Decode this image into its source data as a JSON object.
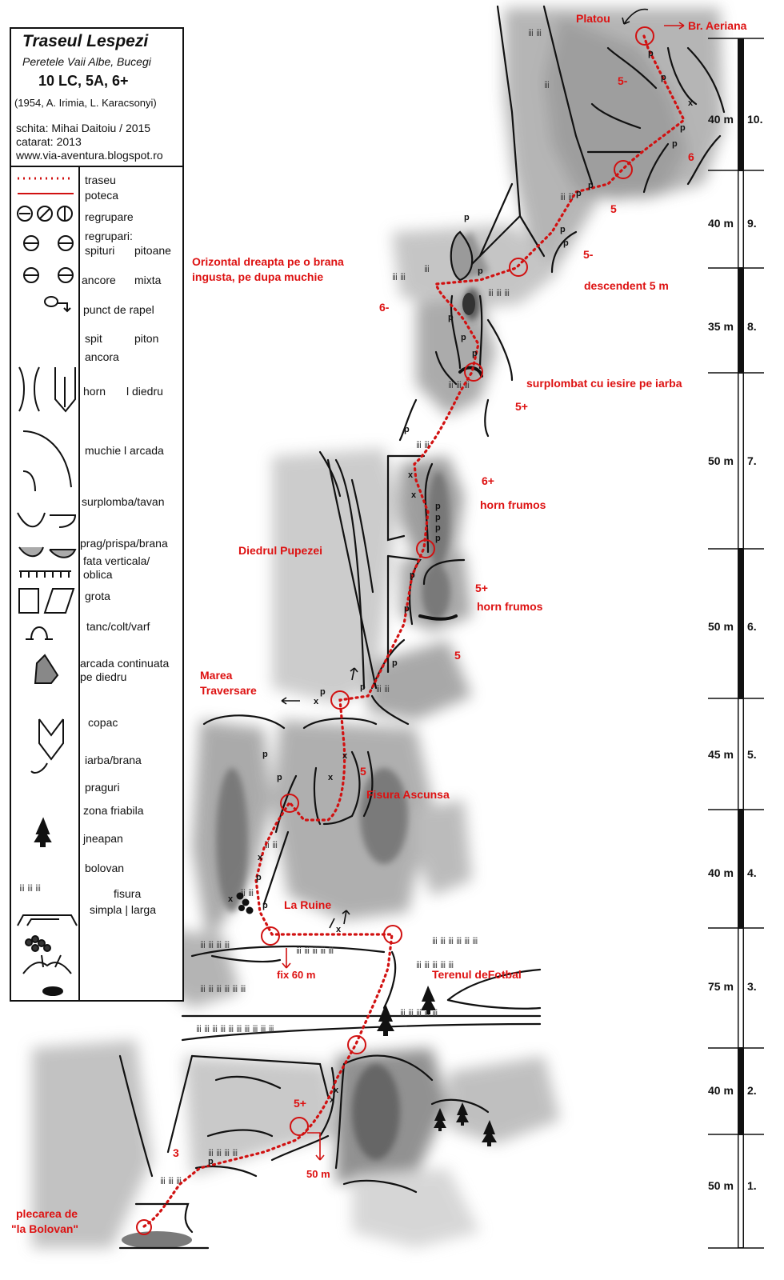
{
  "legend": {
    "title": "Traseul Lespezi",
    "subtitle": "Peretele Vaii Albe, Bucegi",
    "grade": "10 LC, 5A, 6+",
    "history": "(1954, A. Irimia, L. Karacsonyi)",
    "author": "schita: Mihai Daitoiu / 2015",
    "climbed": "catarat: 2013",
    "website": "www.via-aventura.blogspot.ro",
    "items": {
      "traseu": "traseu",
      "poteca": "poteca",
      "regrupare": "regrupare",
      "regrupari": "regrupari:",
      "spituri": "spituri",
      "pitoane": "pitoane",
      "ancore": "ancore",
      "mixta": "mixta",
      "rapel": "punct de rapel",
      "spit": "spit",
      "piton": "piton",
      "ancora": "ancora",
      "horn": "horn",
      "diedru": "l diedru",
      "muchie": "muchie l arcada",
      "surplomba": "surplomba/tavan",
      "prag": "prag/prispa/brana",
      "fata": "fata verticala/ oblica",
      "grota": "grota",
      "tanc": "tanc/colt/varf",
      "arcada": "arcada continuata pe diedru",
      "copac": "copac",
      "iarba": "iarba/brana",
      "praguri": "praguri",
      "friabila": "zona friabila",
      "jneapan": "jneapan",
      "bolovan": "bolovan",
      "fisura": "fisura",
      "fisura_types": "simpla | larga"
    }
  },
  "labels": {
    "platou": "Platou",
    "br_aeriana": "Br. Aeriana",
    "orizontal_1": "Orizontal dreapta pe o brana",
    "orizontal_2": "ingusta, pe dupa muchie",
    "descendent": "descendent 5 m",
    "surplombat": "surplombat cu iesire pe iarba",
    "horn_frumos_1": "horn frumos",
    "horn_frumos_2": "horn frumos",
    "diedrul": "Diedrul Pupezei",
    "marea_1": "Marea",
    "marea_2": "Traversare",
    "fisura_ascunsa": "Fisura Ascunsa",
    "la_ruine": "La Ruine",
    "fix": "fix 60 m",
    "terenul": "Terenul deFotbal",
    "rapel_50": "50 m",
    "plecarea_1": "plecarea de",
    "plecarea_2": "\"la Bolovan\""
  },
  "grades": {
    "g10a": "5-",
    "g10b": "6",
    "g9a": "5",
    "g9b": "5-",
    "g8": "6-",
    "g7a": "5+",
    "g7b": "6+",
    "g6": "5+",
    "g6b": "5",
    "g5": "5",
    "g2": "5+",
    "g1": "3"
  },
  "pitches": [
    {
      "length": "40 m",
      "number": "10."
    },
    {
      "length": "40 m",
      "number": "9."
    },
    {
      "length": "35 m",
      "number": "8."
    },
    {
      "length": "50 m",
      "number": "7."
    },
    {
      "length": "50 m",
      "number": "6."
    },
    {
      "length": "45 m",
      "number": "5."
    },
    {
      "length": "40 m",
      "number": "4."
    },
    {
      "length": "75 m",
      "number": "3."
    },
    {
      "length": "40 m",
      "number": "2."
    },
    {
      "length": "50 m",
      "number": "1."
    }
  ],
  "colors": {
    "route": "#d11111",
    "rock": "#9a9a9a",
    "ink": "#111111"
  }
}
